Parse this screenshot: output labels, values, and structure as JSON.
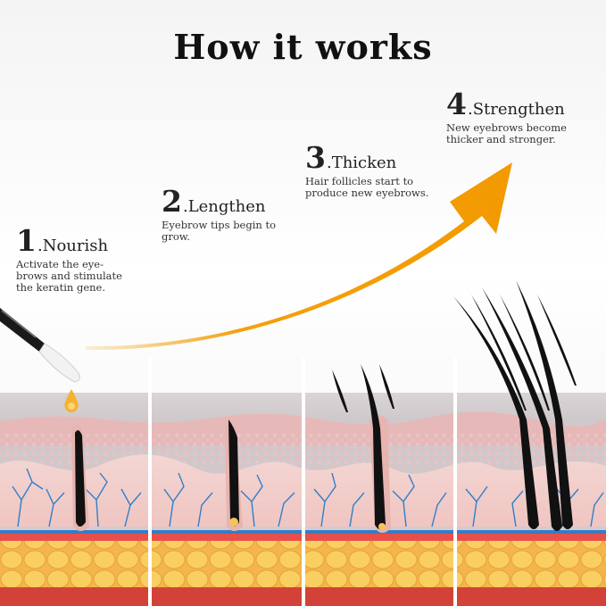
{
  "title": "How it works",
  "steps": [
    {
      "number": "1",
      "name": ".Nourish",
      "description": "Activate the eye-\nbrows and stimulate\nthe keratin gene."
    },
    {
      "number": "2",
      "name": ".Lengthen",
      "description": "Eyebrow tips begin to\ngrow."
    },
    {
      "number": "3",
      "name": ".Thicken",
      "description": "Hair follicles start to\nproduce new eyebrows."
    },
    {
      "number": "4",
      "name": ".Strengthen",
      "description": "New eyebrows become\nthicker and stronger."
    }
  ],
  "colors": {
    "arrow": "#f5a00e",
    "skin": "#f2c9c4",
    "fat": "#f5c35a",
    "vein": "#2f7fc9",
    "hair": "#111111"
  }
}
